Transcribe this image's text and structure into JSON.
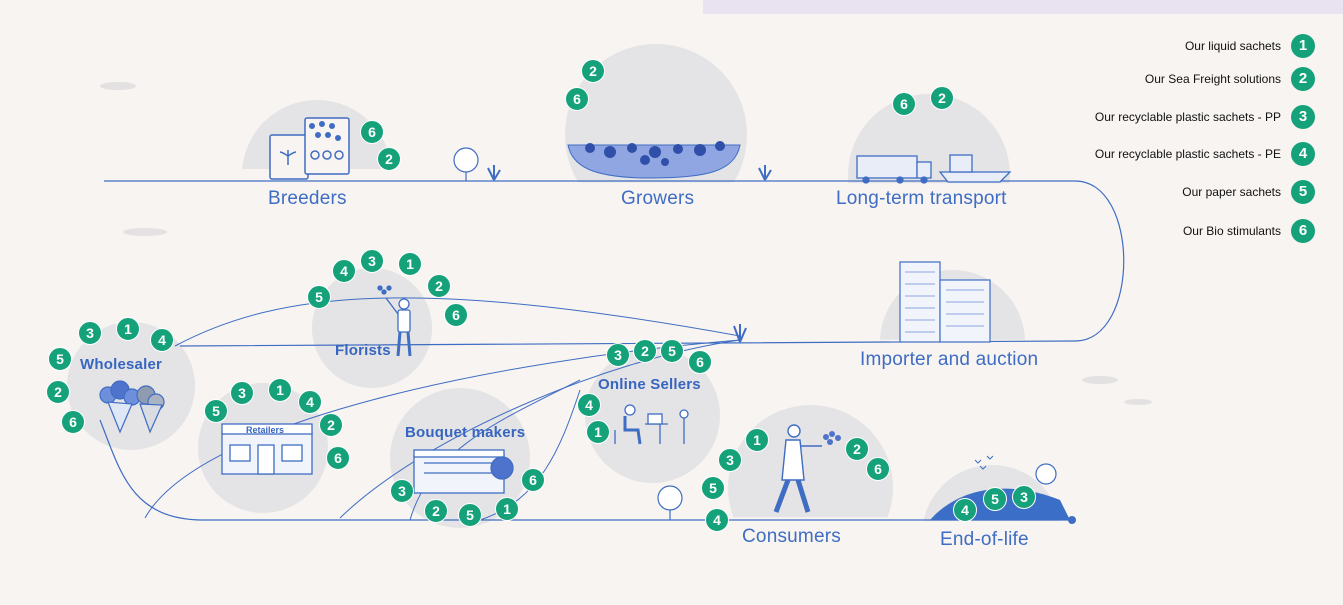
{
  "legend": [
    {
      "num": "1",
      "label": "Our liquid sachets"
    },
    {
      "num": "2",
      "label": "Our Sea Freight solutions"
    },
    {
      "num": "3",
      "label": "Our recyclable plastic sachets - PP"
    },
    {
      "num": "4",
      "label": "Our recyclable plastic sachets - PE"
    },
    {
      "num": "5",
      "label": "Our paper sachets"
    },
    {
      "num": "6",
      "label": "Our Bio stimulants"
    }
  ],
  "stages": {
    "breeders": "Breeders",
    "growers": "Growers",
    "transport": "Long-term transport",
    "importer": "Importer and auction",
    "florists": "Florists",
    "wholesaler": "Wholesaler",
    "online_sellers": "Online Sellers",
    "retailers": "Retailers",
    "retailers_sign": "Retailers",
    "bouquet_makers": "Bouquet makers",
    "consumers": "Consumers",
    "end_of_life": "End-of-life"
  },
  "badges": {
    "breeders": [
      "6",
      "2"
    ],
    "growers": [
      "2",
      "6"
    ],
    "transport": [
      "6",
      "2"
    ],
    "florists": [
      "5",
      "4",
      "3",
      "1",
      "2",
      "6"
    ],
    "wholesaler": [
      "3",
      "1",
      "4",
      "5",
      "2",
      "6"
    ],
    "online_sellers": [
      "3",
      "2",
      "5",
      "6",
      "4",
      "1"
    ],
    "retailers": [
      "5",
      "3",
      "1",
      "4",
      "2",
      "6"
    ],
    "bouquet_makers": [
      "3",
      "2",
      "5",
      "1",
      "6"
    ],
    "consumers": [
      "1",
      "3",
      "5",
      "4",
      "2",
      "6"
    ],
    "end_of_life": [
      "4",
      "5",
      "3"
    ]
  },
  "colors": {
    "accent": "#15a27a",
    "line": "#3f6dc3",
    "label": "#3f6dc3",
    "background": "#f7f4f1"
  }
}
